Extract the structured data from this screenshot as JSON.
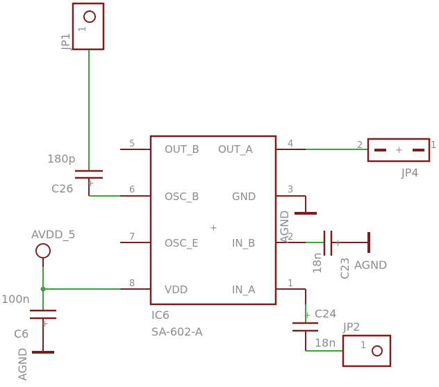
{
  "ic": {
    "ref": "IC6",
    "value": "SA-602-A",
    "origin_mark": "+",
    "pins": [
      {
        "num": "5",
        "name": "OUT_B"
      },
      {
        "num": "6",
        "name": "OSC_B"
      },
      {
        "num": "7",
        "name": "OSC_E"
      },
      {
        "num": "8",
        "name": "VDD"
      },
      {
        "num": "4",
        "name": "OUT_A"
      },
      {
        "num": "3",
        "name": "GND"
      },
      {
        "num": "2",
        "name": "IN_B"
      },
      {
        "num": "1",
        "name": "IN_A"
      }
    ]
  },
  "jp1": {
    "ref": "JP1",
    "pin": "1"
  },
  "jp2": {
    "ref": "JP2",
    "pin": "1"
  },
  "jp4": {
    "ref": "JP4",
    "pin_left": "2",
    "pin_right": "1",
    "center": "+"
  },
  "c26": {
    "ref": "C26",
    "value": "180p"
  },
  "c6": {
    "ref": "C6",
    "value": "100n",
    "gnd": "AGND"
  },
  "c23": {
    "ref": "C23",
    "value": "18n",
    "gnd": "AGND"
  },
  "c24": {
    "ref": "C24",
    "value": "18n"
  },
  "supply": {
    "label": "AVDD_5"
  },
  "gnd_ic": {
    "label": "AGND"
  },
  "colors": {
    "part": "#7a1f1f",
    "wire": "#3aa33a",
    "text": "#8c8c8c"
  }
}
